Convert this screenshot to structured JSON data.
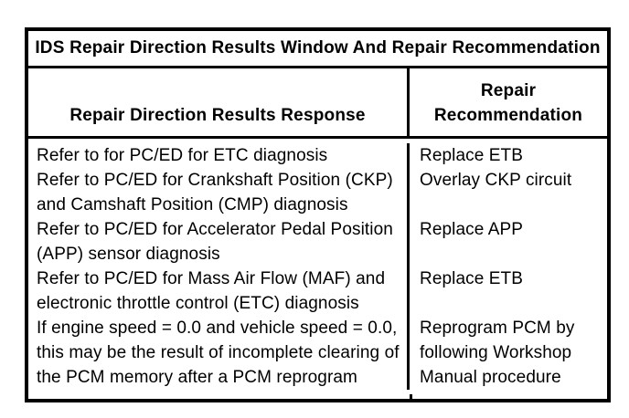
{
  "table": {
    "title": "IDS Repair Direction Results Window And Repair Recommendation",
    "columns": {
      "response_header": "Repair Direction Results Response",
      "recommendation_header": "Repair Recommendation"
    },
    "rows": [
      {
        "response": "Refer to for PC/ED for ETC diagnosis",
        "recommendation": "Replace ETB"
      },
      {
        "response": "Refer to PC/ED for Crankshaft Position (CKP) and Camshaft Position (CMP) diagnosis",
        "recommendation": "Overlay CKP circuit"
      },
      {
        "response": "Refer to PC/ED for Accelerator Pedal Position (APP) sensor diagnosis",
        "recommendation": "Replace APP"
      },
      {
        "response": "Refer to PC/ED for Mass Air Flow (MAF) and electronic throttle control (ETC) diagnosis",
        "recommendation": "Replace ETB"
      },
      {
        "response": "If engine speed = 0.0 and vehicle speed = 0.0, this may be the result of incomplete clearing of the PCM memory after a PCM reprogram",
        "recommendation": "Reprogram PCM by following Workshop Manual procedure"
      }
    ],
    "colors": {
      "border": "#000000",
      "text": "#000000",
      "background": "#ffffff"
    }
  }
}
